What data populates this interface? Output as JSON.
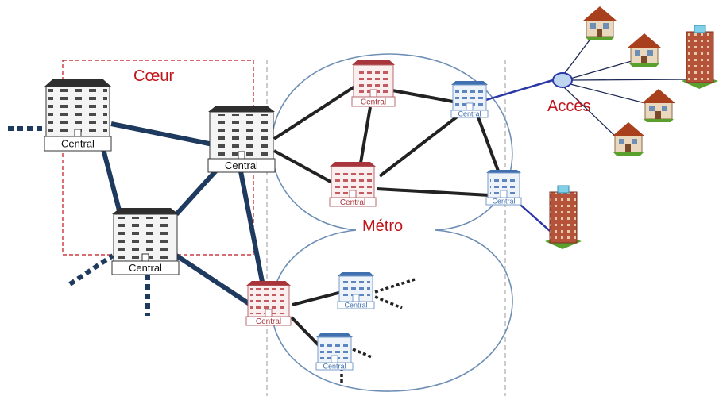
{
  "regions": {
    "core": "Cœur",
    "metro": "Métro",
    "access": "Accès"
  },
  "central_label": "Central",
  "colors": {
    "core_link": "#1f3a5f",
    "metro_link": "#222222",
    "access_link": "#2b36a8",
    "core_building": "#2e2e2e",
    "metro_red": "#a8353b",
    "metro_blue": "#3f6fae",
    "region_label": "#c0151b",
    "house_roof": "#a8401d",
    "tower_brick": "#b5533a",
    "ground": "#5aa02c"
  },
  "nodes": [
    {
      "id": "core-a",
      "tier": "core",
      "label": "Central"
    },
    {
      "id": "core-b",
      "tier": "core",
      "label": "Central"
    },
    {
      "id": "core-c",
      "tier": "core",
      "label": "Central"
    },
    {
      "id": "metro-r1",
      "tier": "metro-red",
      "label": "Central"
    },
    {
      "id": "metro-r2",
      "tier": "metro-red",
      "label": "Central"
    },
    {
      "id": "metro-r3",
      "tier": "metro-red",
      "label": "Central"
    },
    {
      "id": "metro-b1",
      "tier": "metro-blue",
      "label": "Central"
    },
    {
      "id": "metro-b2",
      "tier": "metro-blue",
      "label": "Central"
    },
    {
      "id": "metro-b3",
      "tier": "metro-blue",
      "label": "Central"
    },
    {
      "id": "metro-b4",
      "tier": "metro-blue",
      "label": "Central"
    }
  ],
  "access_icons": [
    "house-icon",
    "house-icon",
    "house-icon",
    "house-icon",
    "tower-icon",
    "tower-icon"
  ]
}
